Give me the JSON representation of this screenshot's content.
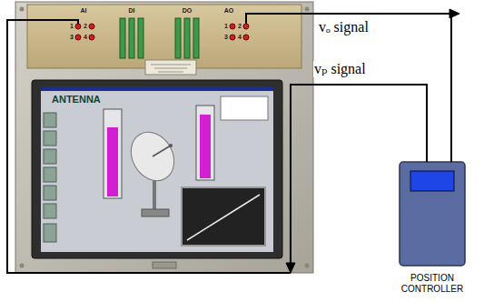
{
  "diagram": {
    "nodes": [
      {
        "text": [
          "ANTENNA"
        ]
      },
      {
        "text": [
          "POSITION CONTROLLER"
        ]
      }
    ],
    "edges": [
      {
        "from": 0,
        "to": 1,
        "arrow": "to",
        "label": "vₒ signal"
      },
      {
        "from": 1,
        "to": 0,
        "arrow": "to",
        "label": "vₚ signal"
      }
    ],
    "labels": [
      "AI",
      "1",
      "2",
      "3",
      "4",
      "DI",
      "DO",
      "AO",
      "1",
      "2",
      "3",
      "4"
    ]
  }
}
